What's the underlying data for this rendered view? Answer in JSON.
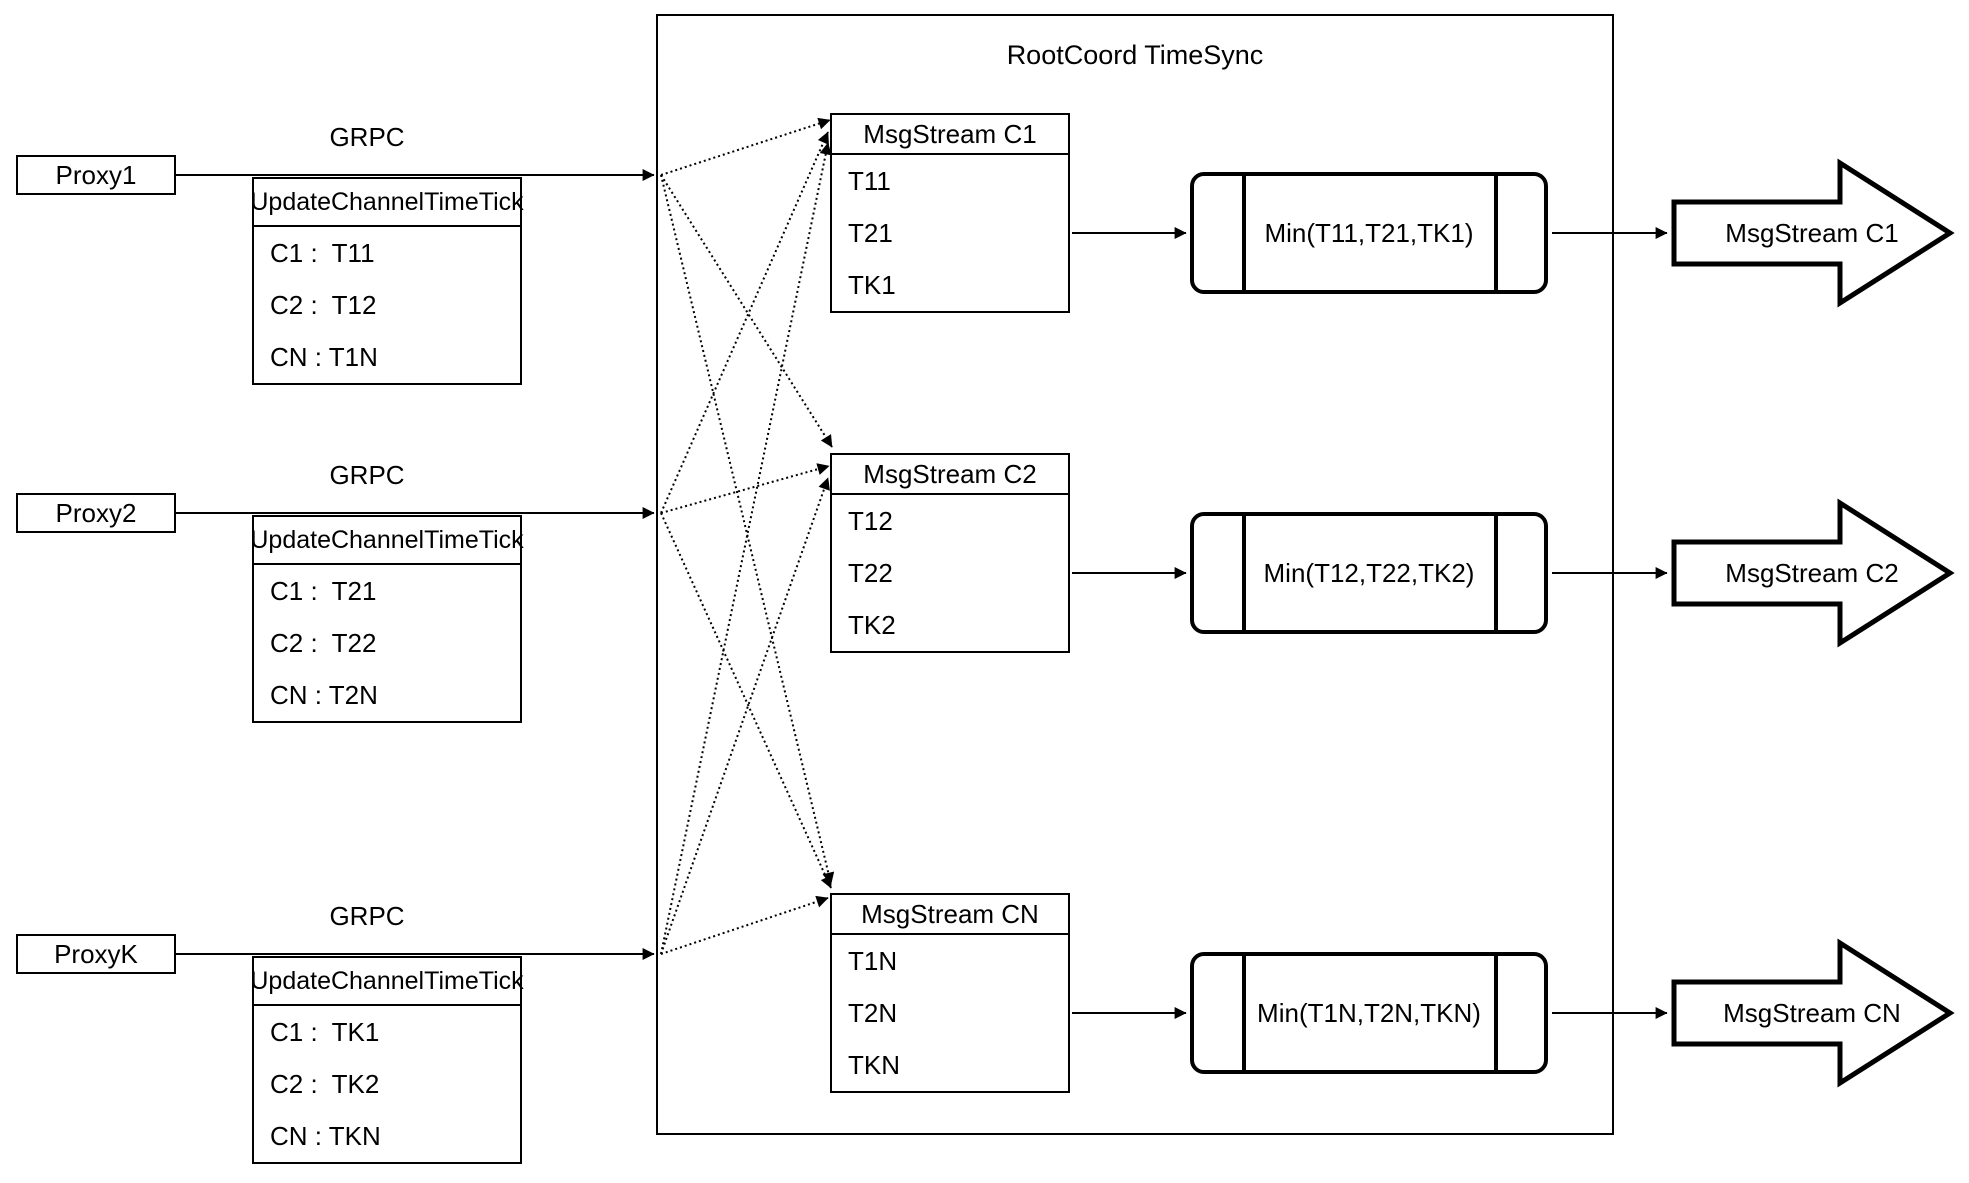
{
  "rootcoord": {
    "title": "RootCoord TimeSync"
  },
  "grpc_label": "GRPC",
  "proxies": [
    {
      "label": "Proxy1",
      "table_header": "UpdateChannelTimeTick",
      "rows": [
        "C1 :  T11",
        "C2 :  T12",
        "CN : T1N"
      ]
    },
    {
      "label": "Proxy2",
      "table_header": "UpdateChannelTimeTick",
      "rows": [
        "C1 :  T21",
        "C2 :  T22",
        "CN : T2N"
      ]
    },
    {
      "label": "ProxyK",
      "table_header": "UpdateChannelTimeTick",
      "rows": [
        "C1 :  TK1",
        "C2 :  TK2",
        "CN : TKN"
      ]
    }
  ],
  "msgstreams": [
    {
      "header": "MsgStream C1",
      "rows": [
        "T11",
        "T21",
        "TK1"
      ]
    },
    {
      "header": "MsgStream C2",
      "rows": [
        "T12",
        "T22",
        "TK2"
      ]
    },
    {
      "header": "MsgStream CN",
      "rows": [
        "T1N",
        "T2N",
        "TKN"
      ]
    }
  ],
  "min_boxes": [
    {
      "label": "Min(T11,T21,TK1)"
    },
    {
      "label": "Min(T12,T22,TK2)"
    },
    {
      "label": "Min(T1N,T2N,TKN)"
    }
  ],
  "output_arrows": [
    {
      "label": "MsgStream C1"
    },
    {
      "label": "MsgStream C2"
    },
    {
      "label": "MsgStream CN"
    }
  ],
  "colors": {
    "stroke": "#000000",
    "background": "#ffffff"
  }
}
